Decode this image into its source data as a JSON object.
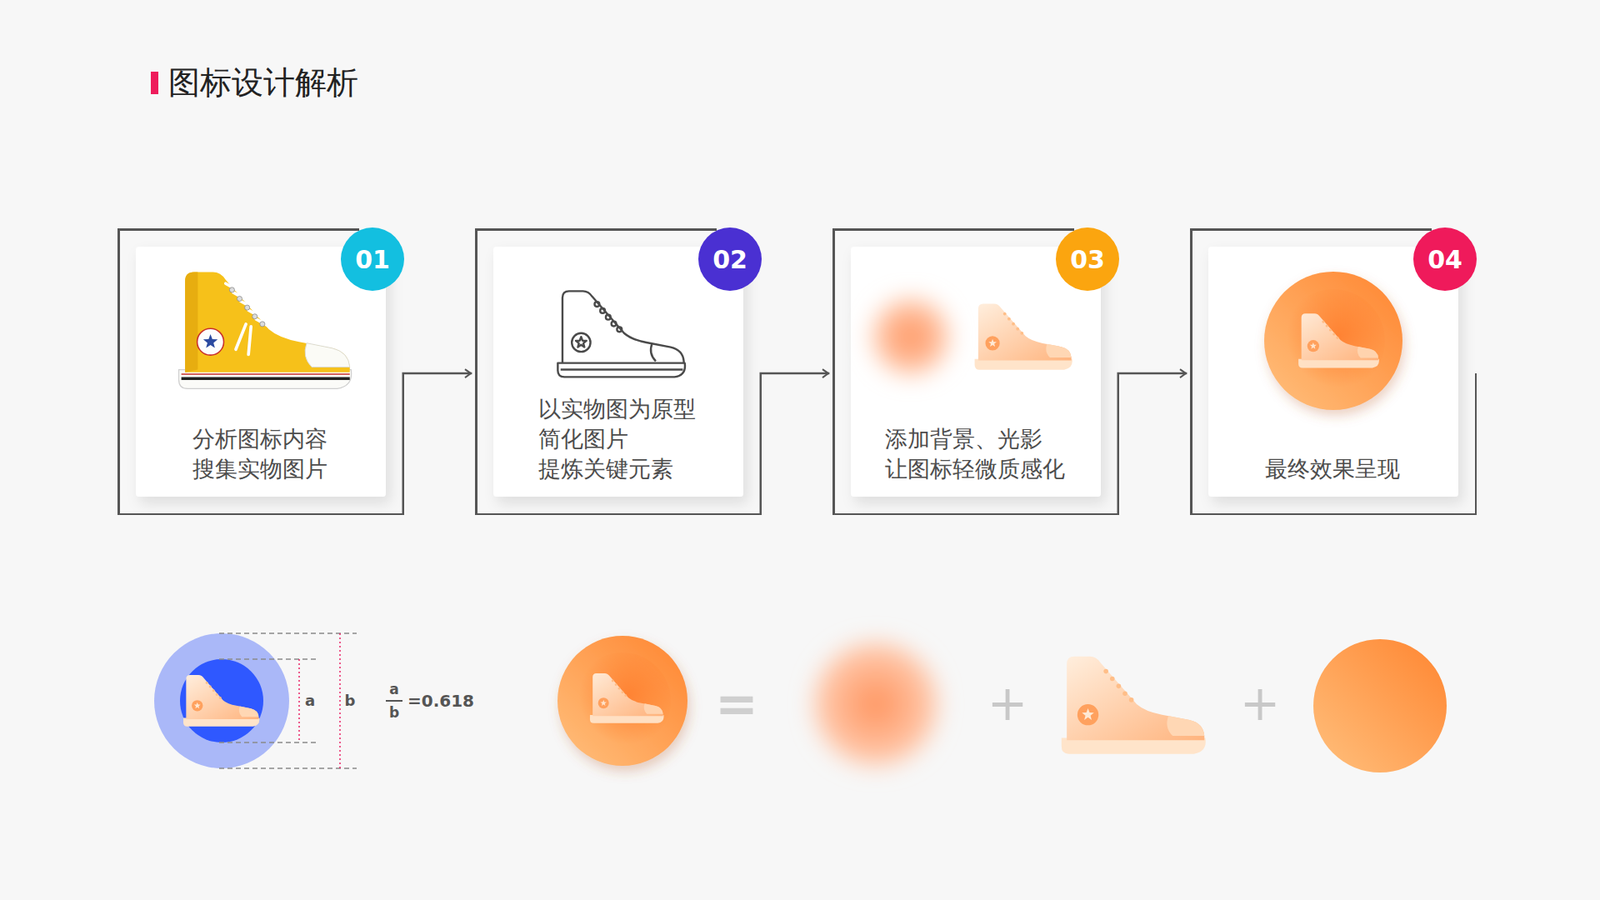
{
  "diagram": {
    "title": "图标设计解析",
    "nodes": [
      {
        "text": [
          "分析图标内容 搜集实物图片"
        ]
      },
      {
        "text": [
          "01"
        ],
        "in": 0
      },
      {
        "text": [
          "以实物图为原型 简化图片 提炼关键元素"
        ]
      },
      {
        "text": [
          "02"
        ],
        "in": 2
      },
      {
        "text": [
          "添加背景、光影 让图标轻微质感化"
        ]
      },
      {
        "text": [
          "03"
        ],
        "in": 4
      },
      {
        "text": [
          "最终效果呈现"
        ]
      },
      {
        "text": [
          "04"
        ],
        "in": 6
      }
    ],
    "edges": [
      {
        "from": 0,
        "to": 2,
        "arrow": "to"
      },
      {
        "from": 2,
        "to": 4,
        "arrow": "to"
      },
      {
        "from": 4,
        "to": 6,
        "arrow": "to"
      }
    ],
    "labels": [
      "a",
      "b",
      "a",
      "b",
      "=0.618",
      "=",
      "+",
      "+"
    ]
  }
}
